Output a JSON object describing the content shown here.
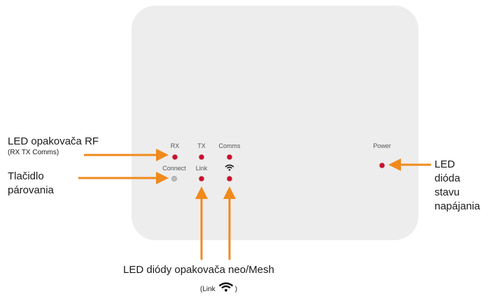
{
  "device": {
    "led_labels": {
      "rx": "RX",
      "tx": "TX",
      "comms": "Comms",
      "connect": "Connect",
      "link": "Link",
      "power": "Power"
    },
    "wifi_indicator_icon": "wifi-icon"
  },
  "callouts": {
    "rf_repeater": {
      "title": "LED opakovača RF",
      "subtitle": "(RX TX Comms)"
    },
    "pairing_button": {
      "line1": "Tlačidlo",
      "line2": "párovania"
    },
    "power_status": {
      "line1": "LED",
      "line2": "dióda",
      "line3": "stavu",
      "line4": "napájania"
    },
    "mesh_repeater": {
      "title": "LED diódy opakovača neo/Mesh",
      "subtitle_prefix": "(Link",
      "subtitle_suffix": ")"
    }
  },
  "colors": {
    "arrow": "#f08a1c",
    "led_on": "#c8102e",
    "led_off": "#bdbdbd",
    "device_body": "#ededed"
  }
}
